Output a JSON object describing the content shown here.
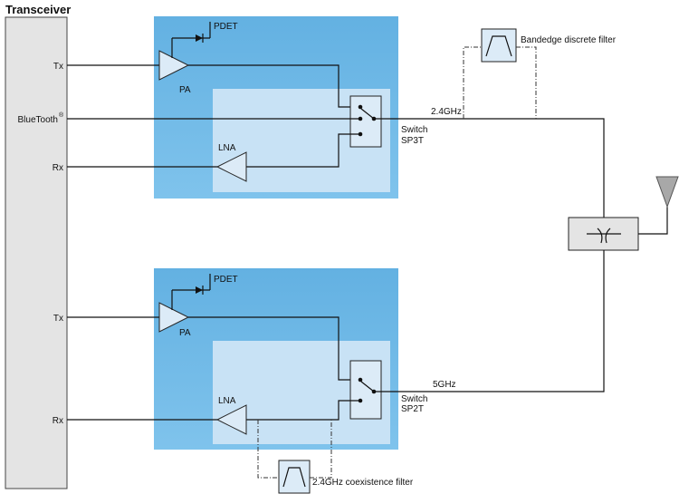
{
  "transceiver": {
    "title": "Transceiver",
    "ports": {
      "tx_top": "Tx",
      "bluetooth": "BlueTooth",
      "bluetooth_sup": "®",
      "rx_top": "Rx",
      "tx_bottom": "Tx",
      "rx_bottom": "Rx"
    }
  },
  "module_top": {
    "pdet": "PDET",
    "pa": "PA",
    "lna": "LNA",
    "switch_name": "Switch",
    "switch_type": "SP3T",
    "band": "2.4GHz"
  },
  "module_bottom": {
    "pdet": "PDET",
    "pa": "PA",
    "lna": "LNA",
    "switch_name": "Switch",
    "switch_type": "SP2T",
    "band": "5GHz"
  },
  "filters": {
    "bandedge": "Bandedge discrete filter",
    "coexistence": "2.4GHz coexistence filter"
  },
  "colors": {
    "module_outer": "#68b6e4",
    "module_inner": "#c8e2f5",
    "transceiver_fill": "#e4e4e4",
    "component_fill": "#dcebf7"
  }
}
